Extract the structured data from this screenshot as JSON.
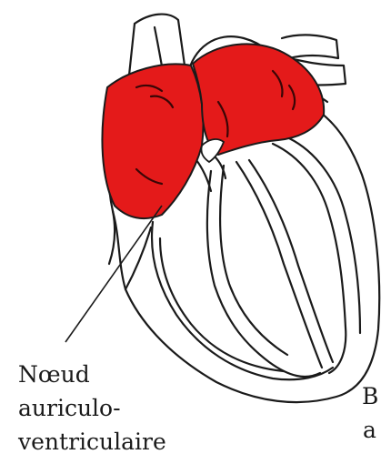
{
  "labels": {
    "av_node": [
      "Nœud",
      "auriculo-",
      "ventriculaire"
    ],
    "bundle_fragment": [
      "B",
      "a"
    ]
  },
  "colors": {
    "atria_fill": "#e41a1a",
    "outline": "#1a1a1a",
    "background": "#ffffff"
  }
}
